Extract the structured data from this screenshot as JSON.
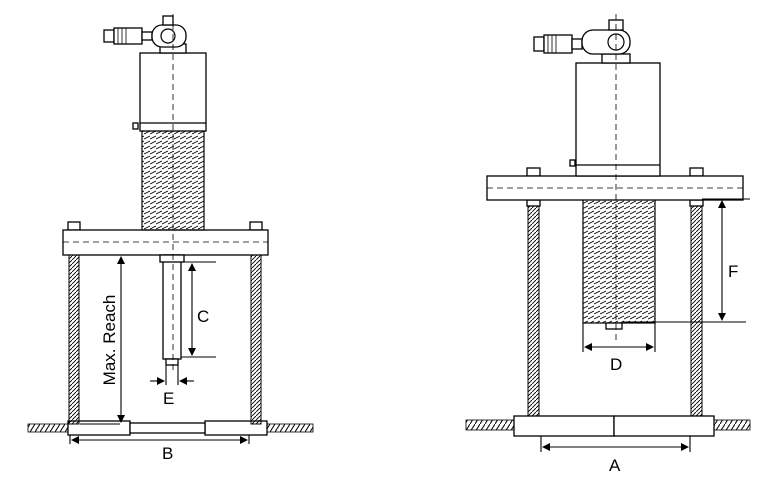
{
  "diagram": {
    "left_figure": {
      "labels": {
        "max_reach": "Max. Reach",
        "b": "B",
        "c": "C",
        "e": "E"
      }
    },
    "right_figure": {
      "labels": {
        "a": "A",
        "d": "D",
        "f": "F"
      }
    },
    "colors": {
      "line": "#000000",
      "background": "#ffffff"
    }
  }
}
